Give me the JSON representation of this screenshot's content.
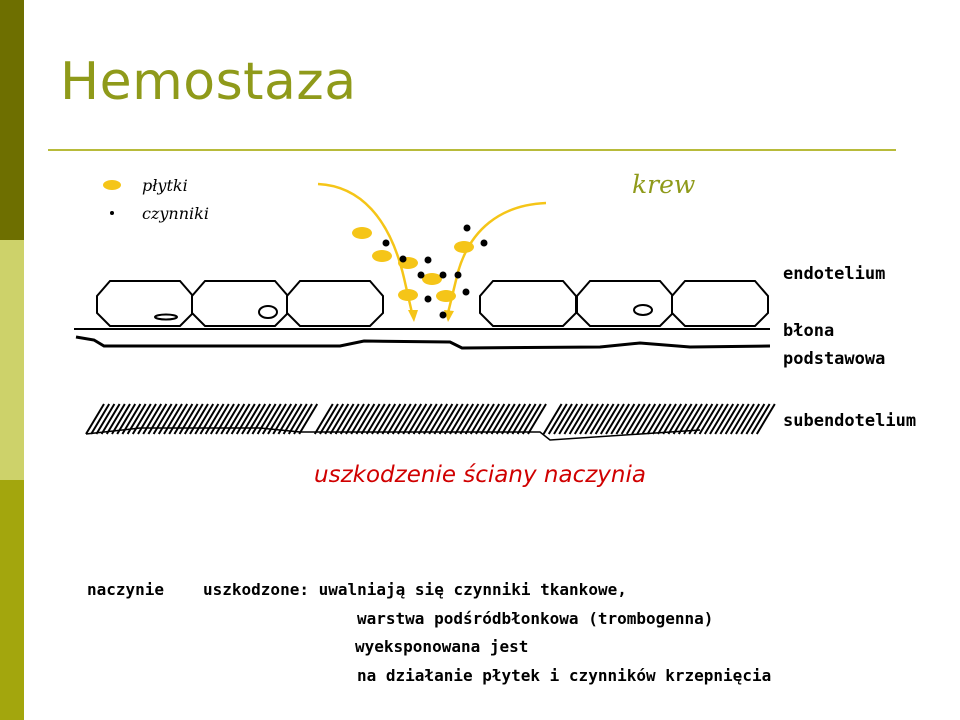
{
  "title": "Hemostaza",
  "colors": {
    "sidebar_dark": "#6e6f00",
    "sidebar_light": "#cdd26a",
    "sidebar_mid": "#a3a60d",
    "title": "#8f9a1a",
    "platelet": "#f5c518",
    "caption": "#d00000"
  },
  "legend": {
    "platelets": "płytki",
    "factors": "czynniki"
  },
  "blood_label": "krew",
  "layers": {
    "endothelium": "endotelium",
    "basement_membrane_1": "błona",
    "basement_membrane_2": "podstawowa",
    "subendothelium": "subendotelium"
  },
  "caption": "uszkodzenie ściany naczynia",
  "note": {
    "line1_a": "naczynie",
    "line1_b": "uszkodzone: uwalniają się czynniki tkankowe,",
    "line2": "warstwa podśródbłonkowa (trombogenna)",
    "line3": "wyeksponowana jest",
    "line4": "na działanie płytek i czynników krzepnięcia"
  }
}
